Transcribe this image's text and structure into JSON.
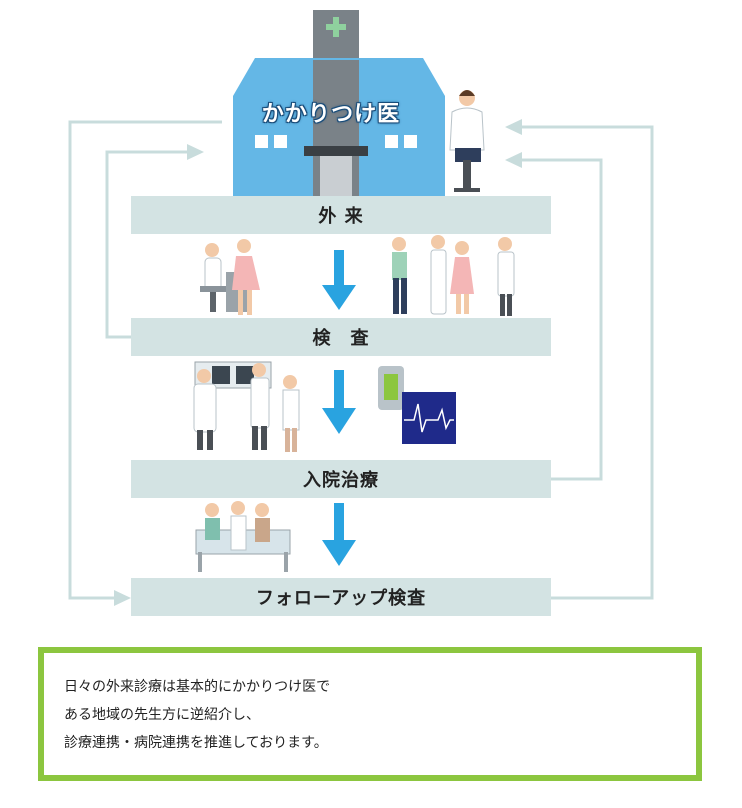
{
  "hospital": {
    "label": "かかりつけ医"
  },
  "stages": [
    {
      "label": "外 来"
    },
    {
      "label": "検　査"
    },
    {
      "label": "入院治療"
    },
    {
      "label": "フォローアップ検査"
    }
  ],
  "note": {
    "lines": [
      "日々の外来診療は基本的にかかりつけ医で",
      "ある地域の先生方に逆紹介し、",
      "診療連携・病院連携を推進しております。"
    ]
  },
  "colors": {
    "bar": "#d3e3e3",
    "arrow": "#29a3e0",
    "hospital_blue": "#64b7e6",
    "note_border": "#8cc63f",
    "loop_line": "#c8dcdc"
  }
}
